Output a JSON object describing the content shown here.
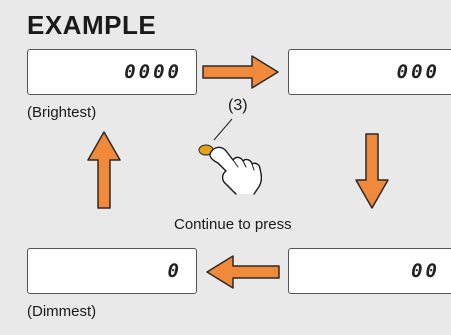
{
  "title": "EXAMPLE",
  "panels": {
    "top_left": {
      "digits": "0000"
    },
    "top_right": {
      "digits": "000"
    },
    "bottom_right": {
      "digits": "00"
    },
    "bottom_left": {
      "digits": "0"
    }
  },
  "labels": {
    "brightest": "(Brightest)",
    "dimmest": "(Dimmest)",
    "step": "(3)",
    "instruction": "Continue to press"
  },
  "colors": {
    "arrow": "#f08a3a",
    "arrow_stroke": "#2a2a2a",
    "button": "#e8a21a",
    "panel_border": "#555555"
  },
  "icons": [
    "arrow-right-icon",
    "arrow-down-icon",
    "arrow-left-icon",
    "arrow-up-icon",
    "hand-press-icon"
  ]
}
